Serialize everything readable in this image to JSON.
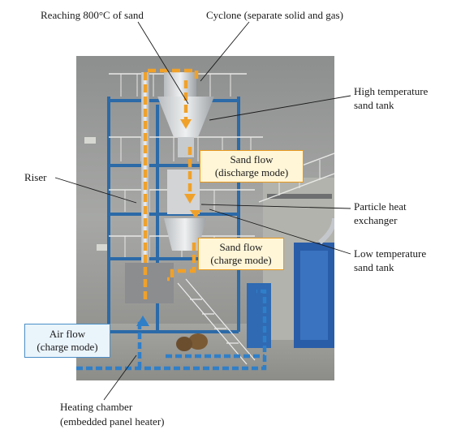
{
  "labels": {
    "reaching": "Reaching 800°C of sand",
    "cyclone": "Cyclone (separate solid and gas)",
    "hts_tank_1": "High temperature",
    "hts_tank_2": "sand tank",
    "riser": "Riser",
    "phe_1": "Particle heat",
    "phe_2": "exchanger",
    "lts_tank_1": "Low temperature",
    "lts_tank_2": "sand tank",
    "heating_1": "Heating chamber",
    "heating_2": "(embedded panel heater)"
  },
  "boxes": {
    "sand_discharge_1": "Sand flow",
    "sand_discharge_2": "(discharge mode)",
    "sand_charge_1": "Sand flow",
    "sand_charge_2": "(charge mode)",
    "air_charge_1": "Air flow",
    "air_charge_2": "(charge mode)"
  },
  "colors": {
    "sand_flow": "#f0a12a",
    "air_flow": "#2f7fc8",
    "frame_blue": "#2c6aa8"
  }
}
